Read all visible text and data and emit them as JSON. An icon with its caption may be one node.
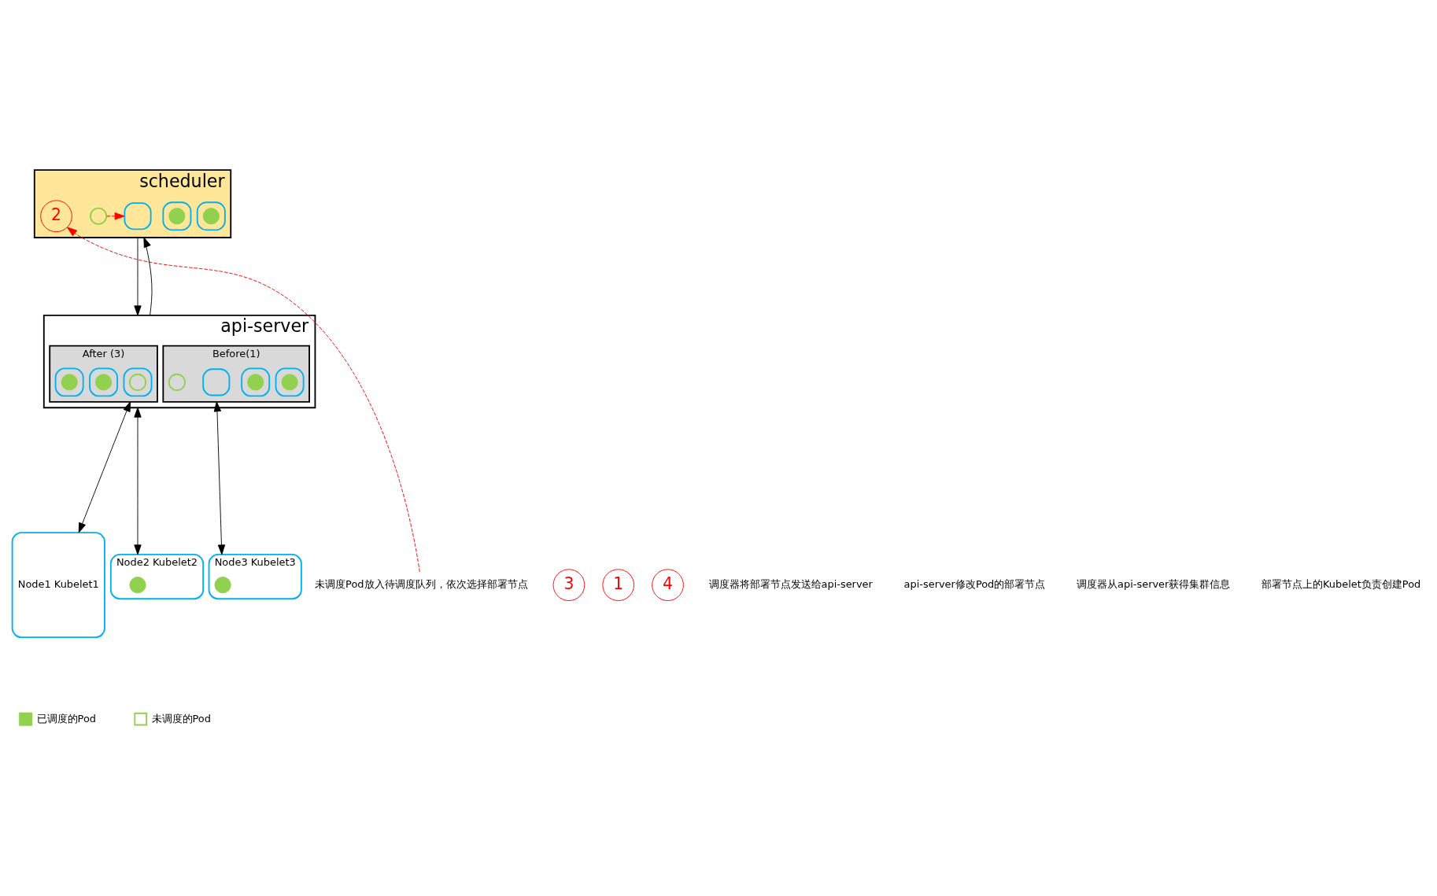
{
  "diagram": {
    "nodes": [
      {
        "text": [
          "scheduler"
        ]
      },
      {
        "text": [],
        "shape": "box",
        "in": 0
      },
      {
        "text": [],
        "shape": "box",
        "in": 0
      },
      {
        "text": [],
        "shape": "circle",
        "in": 2
      },
      {
        "text": [],
        "shape": "box",
        "in": 0
      },
      {
        "text": [],
        "shape": "circle",
        "in": 4
      },
      {
        "text": [],
        "shape": "circle",
        "in": 0
      },
      {
        "text": [
          "2"
        ],
        "in": 0
      },
      {
        "text": [
          "未调度Pod放入待调度队列，依次选择部署节点"
        ]
      },
      {
        "text": [
          "3"
        ]
      },
      {
        "text": [
          "1"
        ]
      },
      {
        "text": [
          "api-server"
        ]
      },
      {
        "text": [
          "After (3)"
        ],
        "in": 11
      },
      {
        "text": [],
        "shape": "box",
        "in": 12
      },
      {
        "text": [],
        "shape": "circle",
        "in": 13
      },
      {
        "text": [],
        "shape": "box",
        "in": 12
      },
      {
        "text": [],
        "shape": "circle",
        "in": 15
      },
      {
        "text": [],
        "shape": "box",
        "in": 12
      },
      {
        "text": [],
        "shape": "circle",
        "in": 17
      },
      {
        "text": [
          "Before(1)"
        ],
        "in": 11
      },
      {
        "text": [],
        "shape": "box",
        "in": 19
      },
      {
        "text": [],
        "shape": "box",
        "in": 19
      },
      {
        "text": [],
        "shape": "circle",
        "in": 21
      },
      {
        "text": [],
        "shape": "box",
        "in": 19
      },
      {
        "text": [],
        "shape": "circle",
        "in": 23
      },
      {
        "text": [],
        "shape": "circle",
        "in": 19
      },
      {
        "text": [
          "4"
        ]
      },
      {
        "text": [
          "Node1 Kubelet1"
        ]
      },
      {
        "text": [
          "Node2 Kubelet2"
        ]
      },
      {
        "text": [],
        "shape": "circle",
        "in": 28
      },
      {
        "text": [
          "Node3 Kubelet3"
        ]
      },
      {
        "text": [],
        "shape": "circle",
        "in": 30
      }
    ],
    "edges": [
      {
        "from": 6,
        "to": 1,
        "arrow": "to",
        "style": "dashed",
        "color": "#ff0000"
      },
      {
        "from": 8,
        "to": 7,
        "arrow": "to",
        "style": "dashed",
        "color": "#ff0000"
      },
      {
        "from": 0,
        "to": 11,
        "arrow": "to"
      },
      {
        "from": 11,
        "to": 0,
        "arrow": "to"
      },
      {
        "from": 12,
        "to": 27,
        "arrow": "both"
      },
      {
        "from": 11,
        "to": 28,
        "arrow": "both"
      },
      {
        "from": 19,
        "to": 30,
        "arrow": "both"
      }
    ],
    "labels": [
      "调度器将部署节点发送给api-server",
      "api-server修改Pod的部署节点",
      "调度器从api-server获得集群信息",
      "部署节点上的Kubelet负责创建Pod"
    ],
    "legend": [
      {
        "text": "已调度的Pod"
      },
      {
        "text": "未调度的Pod"
      }
    ]
  }
}
